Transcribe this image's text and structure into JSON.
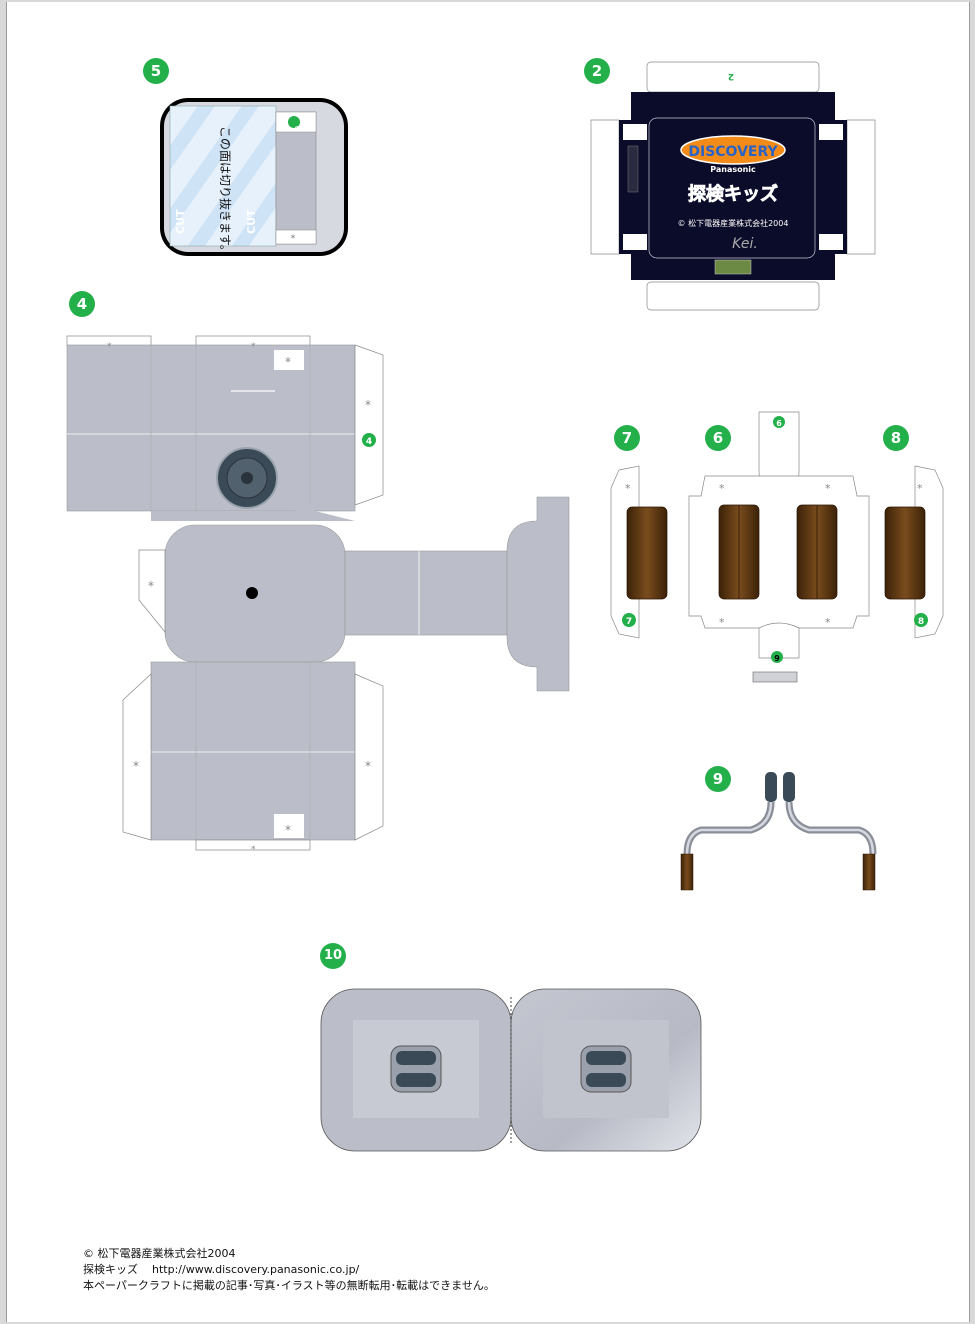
{
  "part_numbers": {
    "p5": "5",
    "p2": "2",
    "p4": "4",
    "p7": "7",
    "p6": "6",
    "p8": "8",
    "p9": "9",
    "p10": "10"
  },
  "small_labels": {
    "tab_4": "4",
    "tab_6": "6",
    "tab_7": "7",
    "tab_8": "8",
    "tab_9": "9",
    "tab_2": "2",
    "tab_6_on_part5": "6"
  },
  "cut_note": "この面は切り抜きます。",
  "cut_pattern_word": "CUT",
  "glue_mark": "*",
  "box_label": {
    "brand": "DISCOVERY",
    "sub_brand": "Panasonic",
    "kids": "探検キッズ",
    "copyright": "© 松下電器産業株式会社2004",
    "signature": "Kei."
  },
  "footer": {
    "line1": "© 松下電器産業株式会社2004",
    "line2_title": "探検キッズ",
    "line2_url": "http://www.discovery.panasonic.co.jp/",
    "line3": "本ペーパークラフトに掲載の記事･写真･イラスト等の無断転用･転載はできません。"
  },
  "colors": {
    "badge": "#23b04a",
    "panel_gray": "#bbbec8",
    "box_navy": "#0b0b2a",
    "wood": "#5a3612",
    "dark_knob": "#3b4a57"
  }
}
